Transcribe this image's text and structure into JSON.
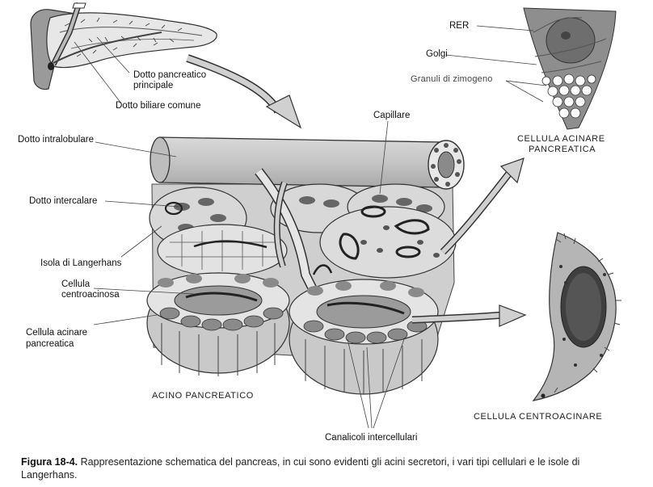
{
  "labels": {
    "dotto_pancreatico_1": "Dotto pancreatico",
    "dotto_pancreatico_2": "principale",
    "dotto_biliare": "Dotto biliare comune",
    "dotto_intralobulare": "Dotto intralobulare",
    "capillare": "Capillare",
    "dotto_intercalare": "Dotto intercalare",
    "isola": "Isola di Langerhans",
    "cellula_centro_1": "Cellula",
    "cellula_centro_2": "centroacinosa",
    "cellula_acinare_1": "Cellula acinare",
    "cellula_acinare_2": "pancreatica",
    "acino": "ACINO PANCREATICO",
    "canalicoli": "Canalicoli intercellulari",
    "rer": "RER",
    "golgi": "Golgi",
    "granuli": "Granuli di zimogeno",
    "cellula_acinare_caps_1": "CELLULA ACINARE",
    "cellula_acinare_caps_2": "PANCREATICA",
    "cellula_centroacinare": "CELLULA CENTROACINARE"
  },
  "caption": {
    "figure": "Figura 18-4.",
    "text": "Rappresentazione schematica del pancreas, in cui sono evidenti gli acini secretori, i vari tipi cellulari e le isole di Langerhans."
  }
}
